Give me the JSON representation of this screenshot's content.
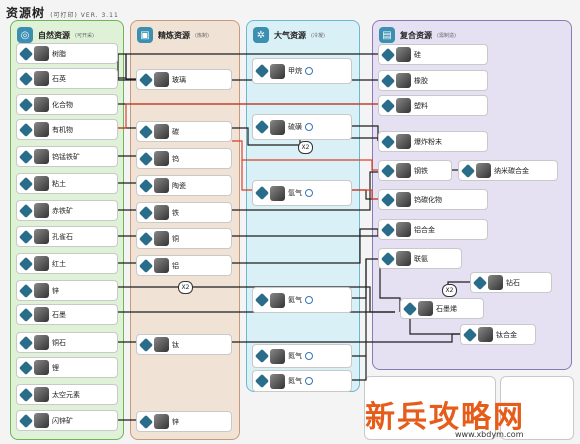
{
  "title": "资源树",
  "title_note": "(可打印) VER. 3.11",
  "columns": {
    "natural": {
      "label": "自然资源",
      "note": "(可开采)",
      "bg": "#dff1d6",
      "border": "#6eb55a"
    },
    "refined": {
      "label": "精炼资源",
      "note": "(炼制)",
      "bg": "#f1e2d6",
      "border": "#c79b7a"
    },
    "atmo": {
      "label": "大气资源",
      "note": "(冷凝)",
      "bg": "#d8f0f6",
      "border": "#6cb8d0"
    },
    "composite": {
      "label": "复合资源",
      "note": "(需制造)",
      "bg": "#e6e0f3",
      "border": "#8a7ab8"
    }
  },
  "natural": [
    "树脂",
    "石英",
    "化合物",
    "有机物",
    "钨锰铁矿",
    "粘土",
    "赤铁矿",
    "孔雀石",
    "红土",
    "锌",
    "石墨",
    "铜石",
    "锂",
    "太空元素",
    "闪锌矿"
  ],
  "refined": [
    "玻璃",
    "碳",
    "钨",
    "陶瓷",
    "铁",
    "铜",
    "铝",
    "钛",
    "锌"
  ],
  "atmo": [
    "甲烷",
    "硫磺",
    "氩气",
    "氦气",
    "氮气",
    "氮气"
  ],
  "composite": [
    "硅",
    "橡胶",
    "塑料",
    "爆炸粉末",
    "钢铁",
    "纳米碳合金",
    "钨碳化物",
    "铝合金",
    "联氨",
    "钻石",
    "石墨烯",
    "钛合金"
  ],
  "badges": {
    "x2": "X2"
  },
  "watermark": "新兵攻略网",
  "watermark_url": "www.xbdym.com",
  "colors": {
    "line_black": "#1e1e1e",
    "line_red": "#d8402a",
    "icon_blue": "#2a6d8a"
  }
}
